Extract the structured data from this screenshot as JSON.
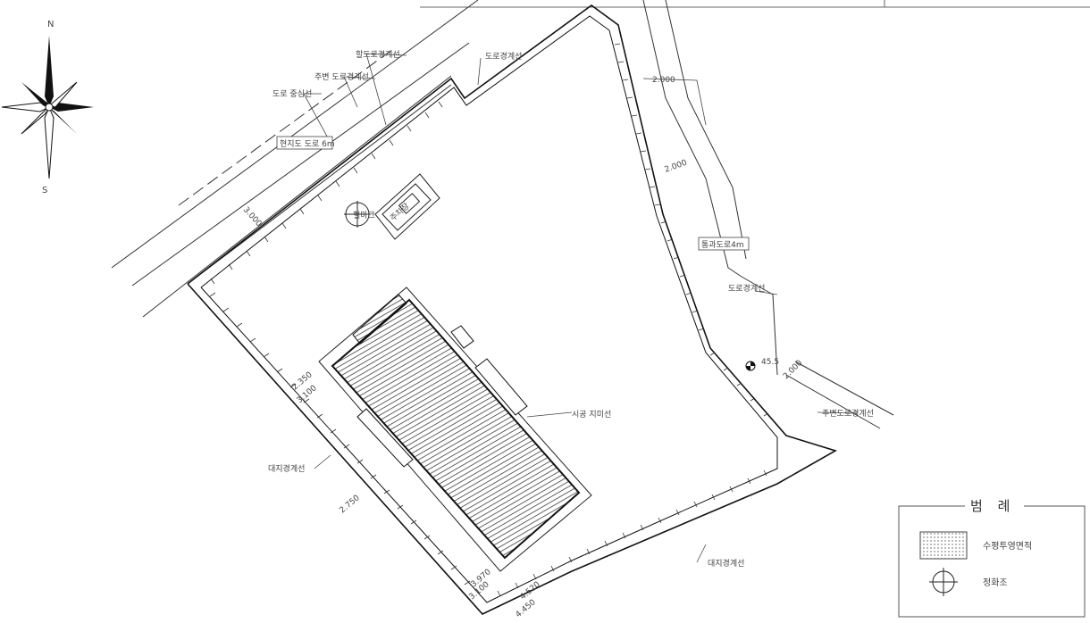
{
  "compass": {
    "north": "N",
    "south": "S"
  },
  "labels": {
    "road_boundary_top": "도로경계선",
    "edge_line": "할도로경계선",
    "parcel_boundary": "주변 도로경계선",
    "road_centerline": "도로 중심선",
    "width_road_top": "현지도 도로 6m",
    "road_boundary_mid": "도로경계선",
    "mark_circle": "헐마크",
    "road_right": "통과도로4m",
    "right_boundary": "도로경계선",
    "right_lower_boundary": "주변도로경계선",
    "building_setback": "시공 지미선",
    "adjacent_boundary": "대지경계선",
    "adjacent_boundary_bottom": "대지경계선",
    "vehicle": "주차장"
  },
  "dimensions": {
    "d_top_right": "2.000",
    "d_right_mid": "2.000",
    "d_right_low": "2.000",
    "d_left_road": "3.000",
    "d_left_a": "2.350",
    "d_left_b": "3.100",
    "d_left_c": "2.750",
    "d_bottom_a": "3.970",
    "d_bottom_b": "3.100",
    "d_bottom_c": "4.520",
    "d_bottom_d": "4.450",
    "d_marker": "45.5"
  },
  "legend": {
    "title": "범 례",
    "item1": "수평투영면적",
    "item2": "정화조"
  }
}
